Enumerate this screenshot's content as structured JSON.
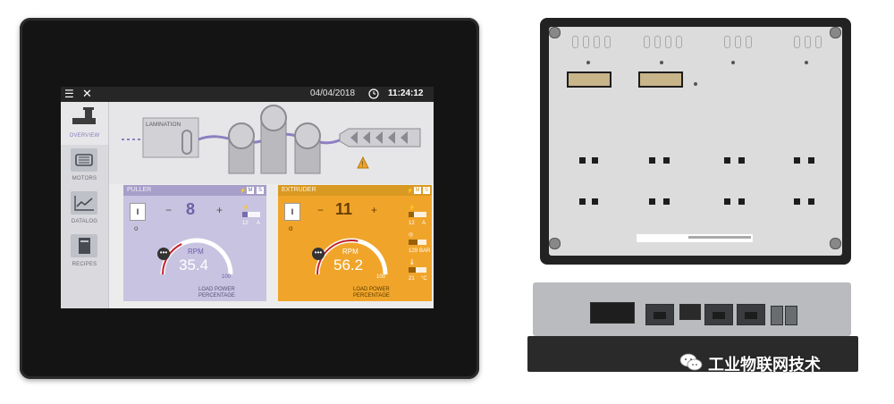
{
  "topbar": {
    "date": "04/04/2018",
    "time": "11:24:12"
  },
  "sidebar": {
    "items": [
      {
        "label": "OVERVIEW",
        "icon": "extruder-icon",
        "active": true
      },
      {
        "label": "MOTORS",
        "icon": "motor-icon"
      },
      {
        "label": "DATALOG",
        "icon": "chart-line-icon"
      },
      {
        "label": "RECIPES",
        "icon": "recipe-book-icon"
      }
    ]
  },
  "process": {
    "lamination_label": "LAMINATION",
    "warning_icon": "warning-triangle-icon"
  },
  "puller": {
    "title": "PULLER",
    "on_label": "I",
    "off_label": "o",
    "minus": "−",
    "plus": "+",
    "setpoint": "8",
    "rpm_label": "RPM",
    "rpm_value": "35.4",
    "gauge_max": "100",
    "gauge_fraction": 0.354,
    "load_line1": "LOAD POWER",
    "load_line2": "PERCENTAGE",
    "current_value": "12",
    "current_unit": "A",
    "dots": "•••",
    "badges": [
      "M",
      "S"
    ],
    "color": "#c8c3e0"
  },
  "extruder": {
    "title": "EXTRUDER",
    "on_label": "I",
    "off_label": "o",
    "minus": "−",
    "plus": "+",
    "setpoint": "11",
    "rpm_label": "RPM",
    "rpm_value": "56.2",
    "gauge_max": "100",
    "gauge_fraction": 0.562,
    "load_line1": "LOAD POWER",
    "load_line2": "PERCENTAGE",
    "current_value": "12",
    "current_unit": "A",
    "pressure_value": "129",
    "pressure_unit": "BAR",
    "temp_value": "21",
    "temp_unit": "°C",
    "dots": "•••",
    "badges": [
      "M",
      "S"
    ],
    "color": "#f0a52a"
  },
  "watermark": {
    "text": "工业物联网技术"
  }
}
